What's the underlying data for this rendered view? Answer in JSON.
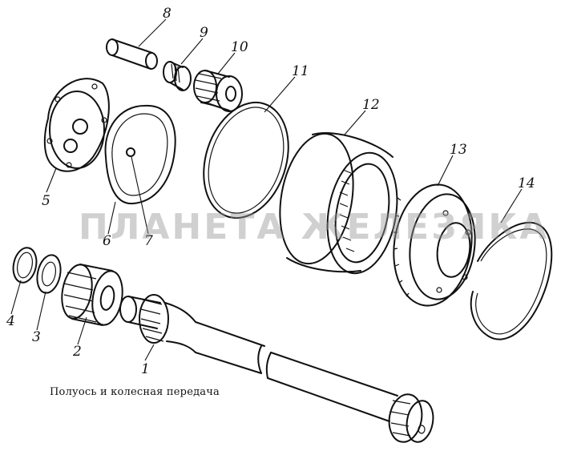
{
  "caption": "Полуось и колесная передача",
  "watermark": "ПЛАНЕТА ЖЕЛЕЗЯКА",
  "labels": {
    "p1": "1",
    "p2": "2",
    "p3": "3",
    "p4": "4",
    "p5": "5",
    "p6": "6",
    "p7": "7",
    "p8": "8",
    "p9": "9",
    "p10": "10",
    "p11": "11",
    "p12": "12",
    "p13": "13",
    "p14": "14"
  }
}
